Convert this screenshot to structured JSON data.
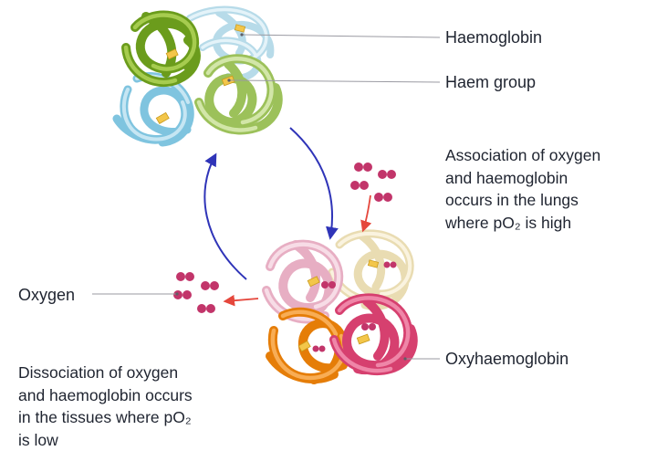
{
  "labels": {
    "haemoglobin": "Haemoglobin",
    "haem_group": "Haem group",
    "oxygen": "Oxygen",
    "oxyhaemoglobin": "Oxyhaemoglobin"
  },
  "association": {
    "lines": [
      "Association of oxygen",
      "and haemoglobin",
      "occurs in the lungs",
      "where pO₂ is high"
    ]
  },
  "dissociation": {
    "lines": [
      "Dissociation of oxygen",
      "and haemoglobin occurs",
      "in the tissues where pO₂",
      "is low"
    ]
  },
  "colors": {
    "cycle_arrow": "#2f34b8",
    "oxygen_arrow": "#e5473c",
    "oxygen_molecule": "#c2356a",
    "leader_line": "#9a9aa2",
    "heme": "#f3c64a",
    "green_dark": "#7fb02a",
    "green_light": "#b8d57a",
    "blue_light": "#a9dcef",
    "blue_pale": "#d8eef7",
    "pink_pale": "#f3cbd9",
    "cream": "#f3e8c8",
    "orange": "#f28a12",
    "magenta": "#e0507f"
  }
}
